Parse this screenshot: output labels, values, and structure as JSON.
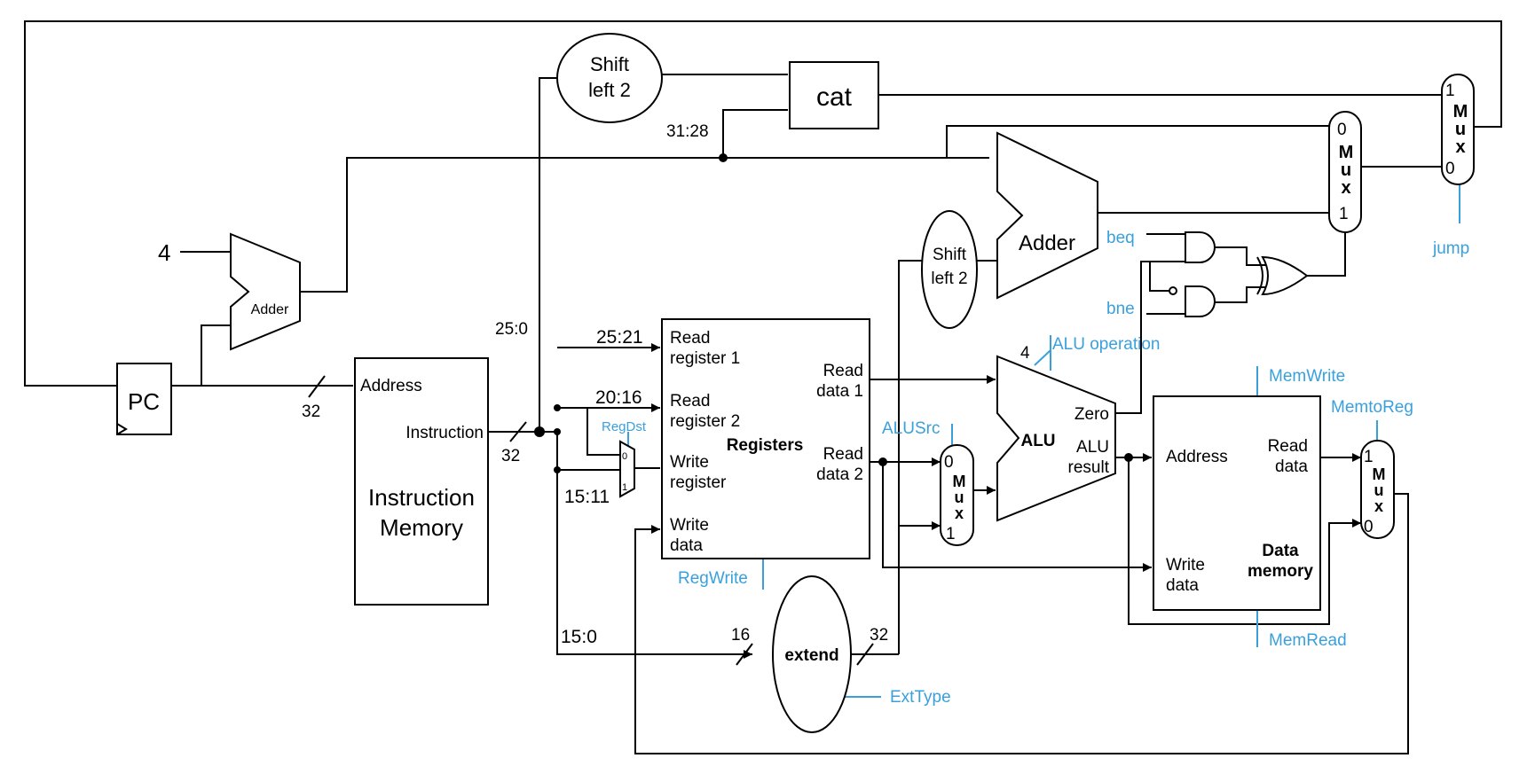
{
  "constant_4": "4",
  "pc": "PC",
  "adder_small": "Adder",
  "adder_big": "Adder",
  "shift_top_1": "Shift",
  "shift_top_2": "left 2",
  "shift_mid_1": "Shift",
  "shift_mid_2": "left 2",
  "cat": "cat",
  "bits_31_28": "31:28",
  "bits_25_0": "25:0",
  "bits_25_21": "25:21",
  "bits_20_16": "20:16",
  "bits_15_11": "15:11",
  "bits_15_0": "15:0",
  "width_32_a": "32",
  "width_32_b": "32",
  "width_16": "16",
  "width_32_c": "32",
  "width_4": "4",
  "imem": {
    "address": "Address",
    "instruction": "Instruction",
    "title_1": "Instruction",
    "title_2": "Memory"
  },
  "regs": {
    "read_reg1_a": "Read",
    "read_reg1_b": "register 1",
    "read_reg2_a": "Read",
    "read_reg2_b": "register 2",
    "write_reg_a": "Write",
    "write_reg_b": "register",
    "write_data_a": "Write",
    "write_data_b": "data",
    "title": "Registers",
    "read_data1_a": "Read",
    "read_data1_b": "data 1",
    "read_data2_a": "Read",
    "read_data2_b": "data 2"
  },
  "alu": {
    "title": "ALU",
    "zero": "Zero",
    "result_a": "ALU",
    "result_b": "result"
  },
  "dmem": {
    "address": "Address",
    "read_data_a": "Read",
    "read_data_b": "data",
    "write_data_a": "Write",
    "write_data_b": "data",
    "title_1": "Data",
    "title_2": "memory"
  },
  "extend": "extend",
  "mux": {
    "m": "M",
    "u": "u",
    "x": "x",
    "zero": "0",
    "one": "1"
  },
  "controls": {
    "regdst": "RegDst",
    "regwrite": "RegWrite",
    "alusrc": "ALUSrc",
    "alu_operation": "ALU operation",
    "memwrite": "MemWrite",
    "memtoreg": "MemtoReg",
    "memread": "MemRead",
    "exttype": "ExtType",
    "beq": "beq",
    "bne": "bne",
    "jump": "jump"
  },
  "colors": {
    "wire": "#000000",
    "control": "#3aa0dc",
    "background": "#ffffff"
  }
}
